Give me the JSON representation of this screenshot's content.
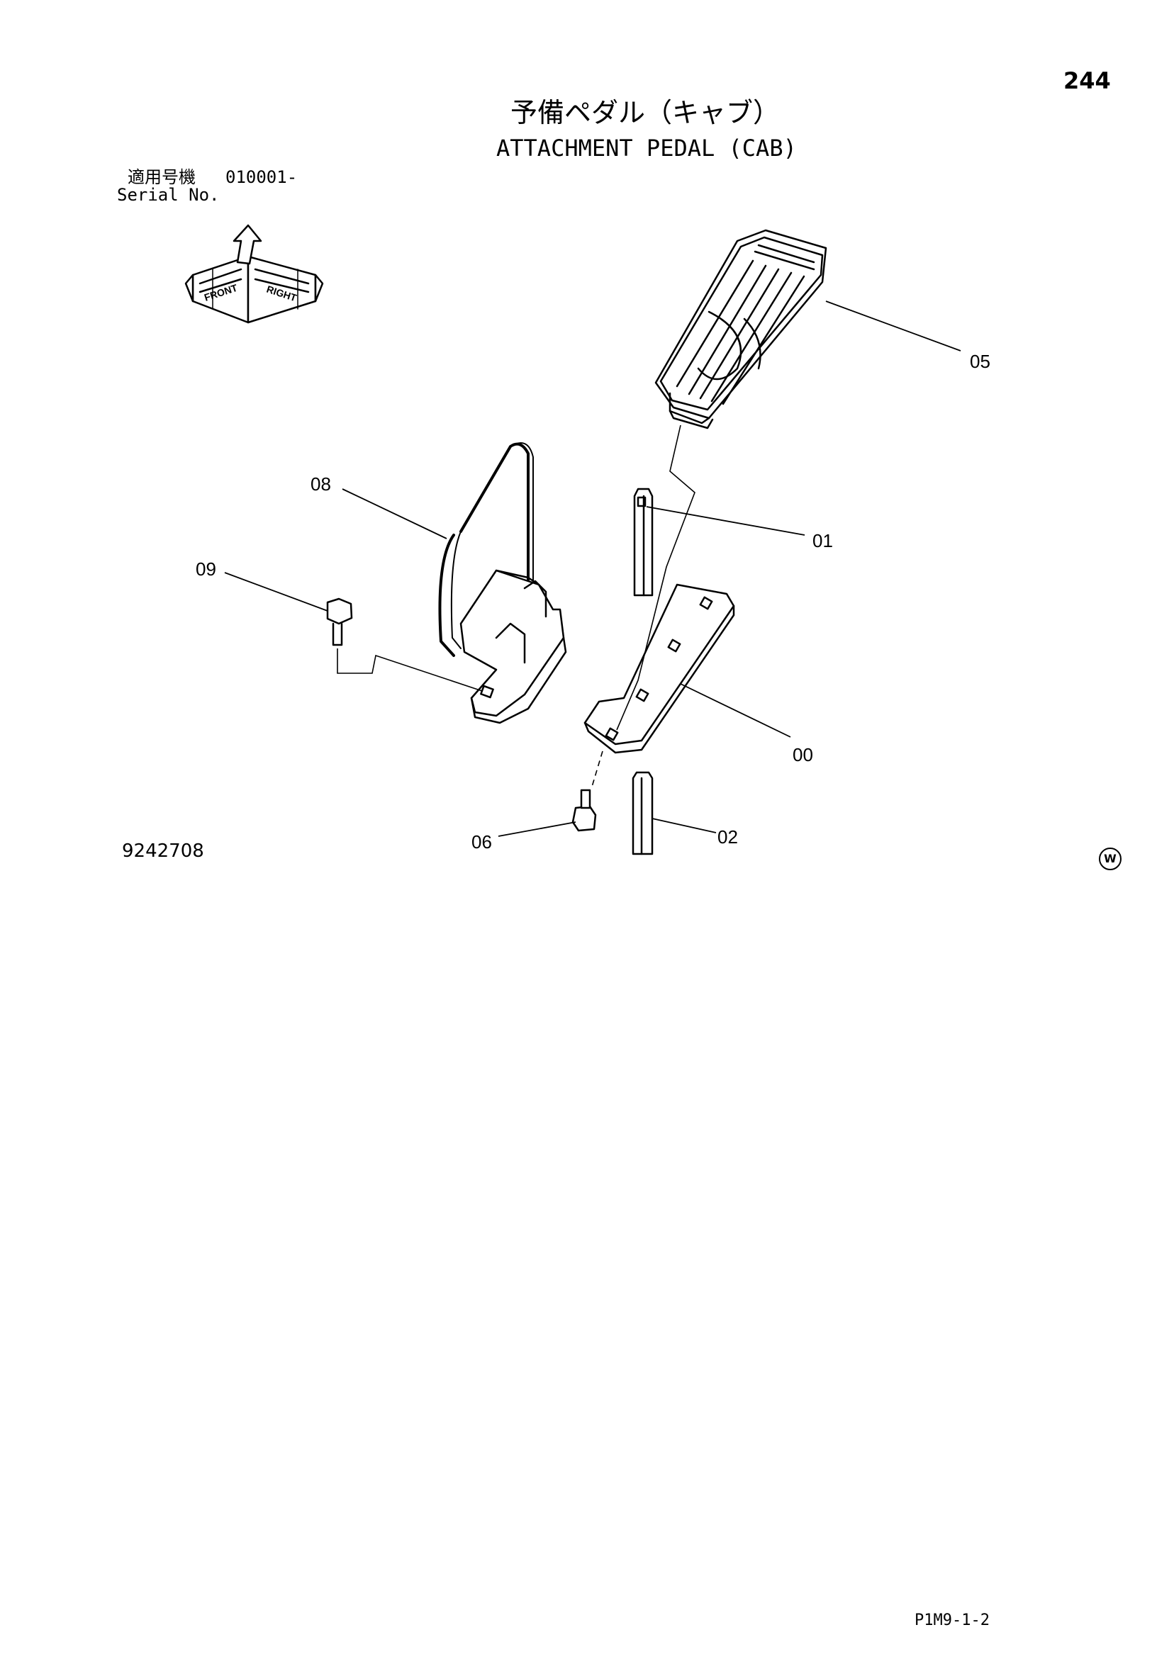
{
  "page_number": "244",
  "title_ja": "予備ペダル（キャブ）",
  "title_en": "ATTACHMENT PEDAL (CAB)",
  "serial": {
    "label_ja": "適用号機",
    "value": "010001-",
    "label_en": "Serial No."
  },
  "orientation_icon": {
    "labels": [
      "FRONT",
      "RIGHT"
    ]
  },
  "drawing_number": "9242708",
  "watermark": "W",
  "footer_code": "P1M9-1-2",
  "callouts": {
    "c05": "05",
    "c08": "08",
    "c01": "01",
    "c09": "09",
    "c00": "00",
    "c06": "06",
    "c02": "02"
  }
}
